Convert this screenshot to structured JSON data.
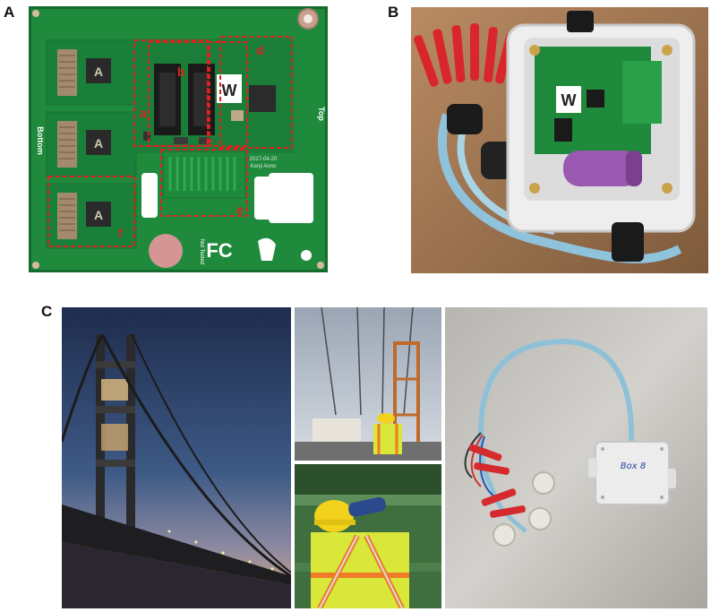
{
  "panel_labels": {
    "a": "A",
    "b": "B",
    "c": "C"
  },
  "pcb": {
    "region_labels": [
      "a",
      "b",
      "c",
      "d",
      "e",
      "f"
    ],
    "side_left": "Bottom",
    "side_right": "Top",
    "date_text": "2017-04-20",
    "author_text": "Kenji Aono",
    "chip_letter": "A",
    "fcc_logo": "FC",
    "fcc_note": "Not Tested",
    "logo_letter": "W"
  },
  "sensor_box": {
    "label": "Box 8"
  },
  "colors": {
    "pcb_green": "#1f8a3c",
    "pcb_dark": "#16702f",
    "annotation_red": "#e02020",
    "enclosure_white": "#eeeeee",
    "sky_dusk": "#2e3f63",
    "safety_yellow": "#d9e63a"
  }
}
